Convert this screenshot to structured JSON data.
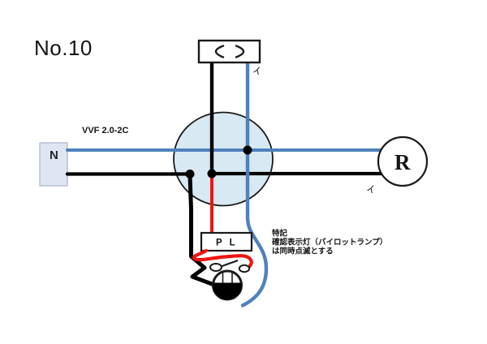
{
  "title": "No.10",
  "cable_label": "VVF  2.0-2C",
  "power_source": {
    "label": "N"
  },
  "devices": {
    "ceiling_rosette": {
      "symbol_left": "<",
      "symbol_right": ">",
      "circuit_label": "イ"
    },
    "lamp_receptacle": {
      "label": "R",
      "circuit_label": "イ"
    },
    "pilot_lamp": {
      "label": "P L"
    }
  },
  "note": {
    "line1": "特記",
    "line2": "確認表示灯（パイロットランプ）",
    "line3": "は同時点滅とする"
  },
  "colors": {
    "wire_blue": "#4f81bd",
    "wire_black": "#000000",
    "wire_red": "#ee1511",
    "junction_fill": "#d9e9f3",
    "junction_stroke": "#1a1a1a",
    "source_fill": "#dfe6f1",
    "source_stroke": "#a9b4c6",
    "device_stroke": "#1a1a1a"
  }
}
